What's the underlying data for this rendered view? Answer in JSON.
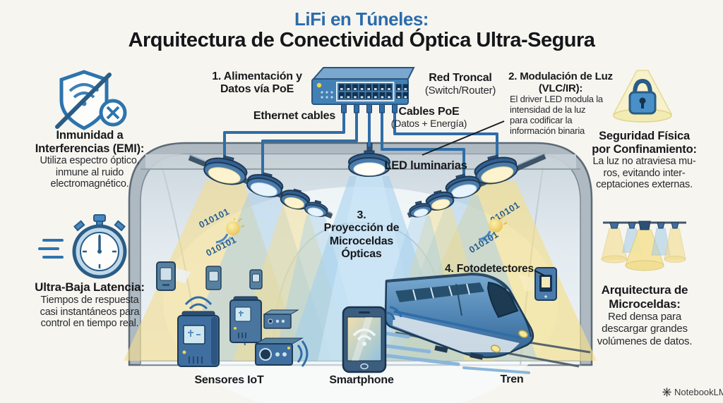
{
  "title": {
    "line1": "LiFi en Túneles:",
    "line2": "Arquitectura de Conectividad Óptica Ultra-Segura"
  },
  "left_panel": {
    "emi": {
      "heading": "Inmunidad a\nInterferencias (EMI):",
      "body": "Utiliza espectro óptico,\ninmune al ruido\nelectromagnético."
    },
    "latency": {
      "heading": "Ultra-Baja Latencia:",
      "body": "Tiempos de respuesta\ncasi instantáneos para\ncontrol en tiempo real."
    }
  },
  "poe_section": {
    "step1_label": "1. Alimentación y\nDatos vía PoE",
    "ethernet_label": "Ethernet cables",
    "backbone_title": "Red Troncal",
    "backbone_subtitle": "(Switch/Router)",
    "poe_title": "Cables PoE",
    "poe_subtitle": "(Datos + Energía)"
  },
  "modulation": {
    "heading": "2. Modulación de Luz\n(VLC/IR):",
    "body": "El driver LED modula la\nintensidad de la luz\npara codificar la\ninformación binaria"
  },
  "right_panel": {
    "security": {
      "heading": "Seguridad Física\npor Confinamiento:",
      "body": "La luz no atraviesa mu-\nros, evitando inter-\nceptaciones externas."
    },
    "microcells": {
      "heading": "Arquitectura de\nMicroceldas:",
      "body": "Red densa para\ndescargar grandes\nvolúmenes de datos."
    }
  },
  "tunnel": {
    "led_label": "LED luminarias",
    "step3_label": "3.\nProyección de\nMicroceldas\nÓpticas",
    "step4_label": "4. Fotodetectores",
    "binary_code": "010101"
  },
  "bottom_labels": {
    "iot": "Sensores IoT",
    "smartphone": "Smartphone",
    "train": "Tren"
  },
  "watermark": "NotebookLM",
  "colors": {
    "title_blue": "#2b6cab",
    "text_dark": "#17191c",
    "beam_yellow": "#f3dd8f",
    "beam_blue": "#a5cce8",
    "device_blue": "#3f6fa0"
  }
}
